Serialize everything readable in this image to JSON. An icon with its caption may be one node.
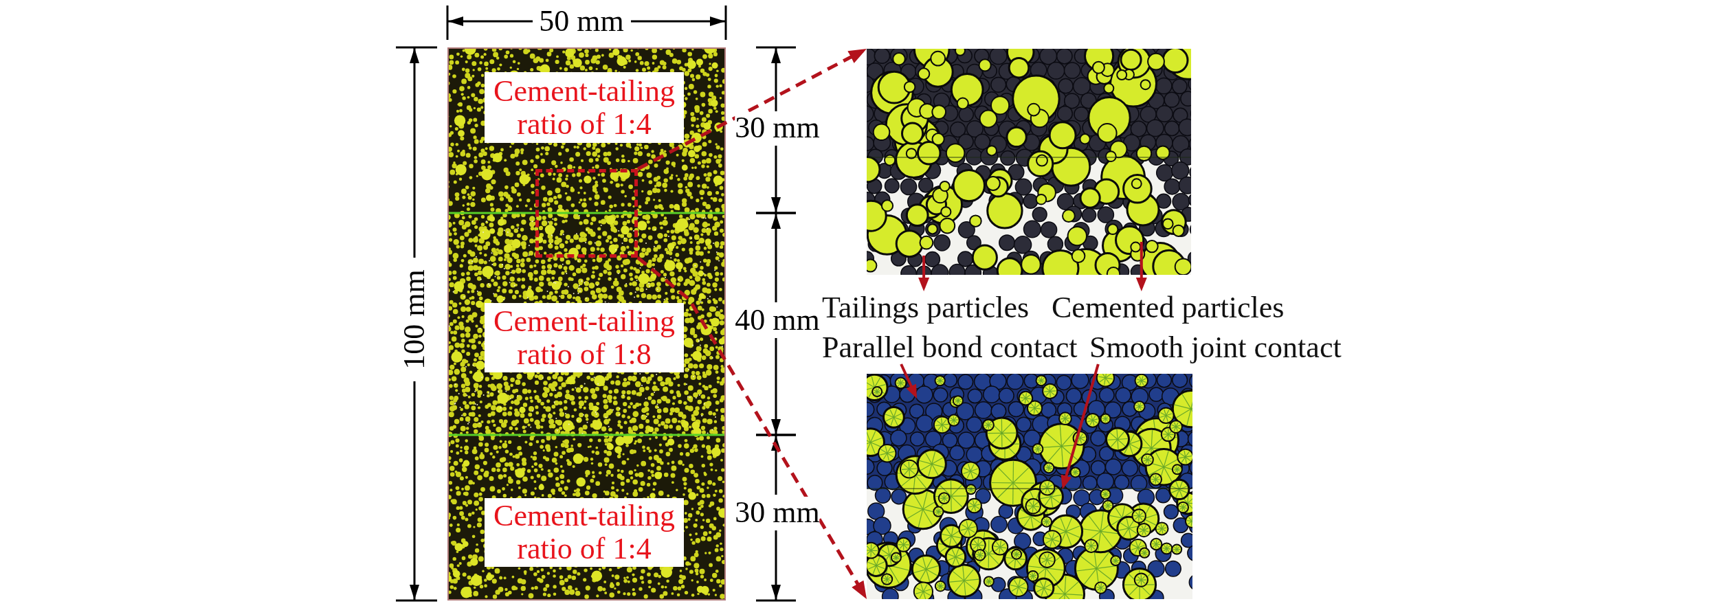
{
  "diagram": {
    "nodes": [
      {
        "text": [],
        "shape": "picture"
      },
      {
        "text": [
          "Cement-tailing ratio of 1:4"
        ],
        "in": 0
      },
      {
        "text": [],
        "shape": "box",
        "in": 0
      },
      {
        "text": [
          "Cement-tailing ratio of 1:8"
        ],
        "in": 0
      },
      {
        "text": [
          "Cement-tailing ratio of 1:4"
        ],
        "in": 0
      },
      {
        "text": [],
        "shape": "picture"
      },
      {
        "text": [
          "Tailings particles"
        ]
      },
      {
        "text": [
          "Cemented particles"
        ]
      },
      {
        "text": [
          "Parallel bond contact"
        ]
      },
      {
        "text": [
          "Smooth joint contact"
        ]
      },
      {
        "text": [],
        "shape": "picture"
      }
    ],
    "edges": [
      {
        "from": 2,
        "to": 5,
        "arrow": "to",
        "style": "dashed"
      },
      {
        "from": 2,
        "to": 10,
        "arrow": "to",
        "style": "dashed"
      },
      {
        "from": 5,
        "to": 6,
        "arrow": "to"
      },
      {
        "from": 5,
        "to": 7,
        "arrow": "to"
      },
      {
        "from": 8,
        "to": 10,
        "arrow": "to"
      },
      {
        "from": 9,
        "to": 10,
        "arrow": "to"
      }
    ],
    "labels": [
      "50 mm",
      "100 mm",
      "30 mm",
      "40 mm",
      "30 mm"
    ]
  }
}
